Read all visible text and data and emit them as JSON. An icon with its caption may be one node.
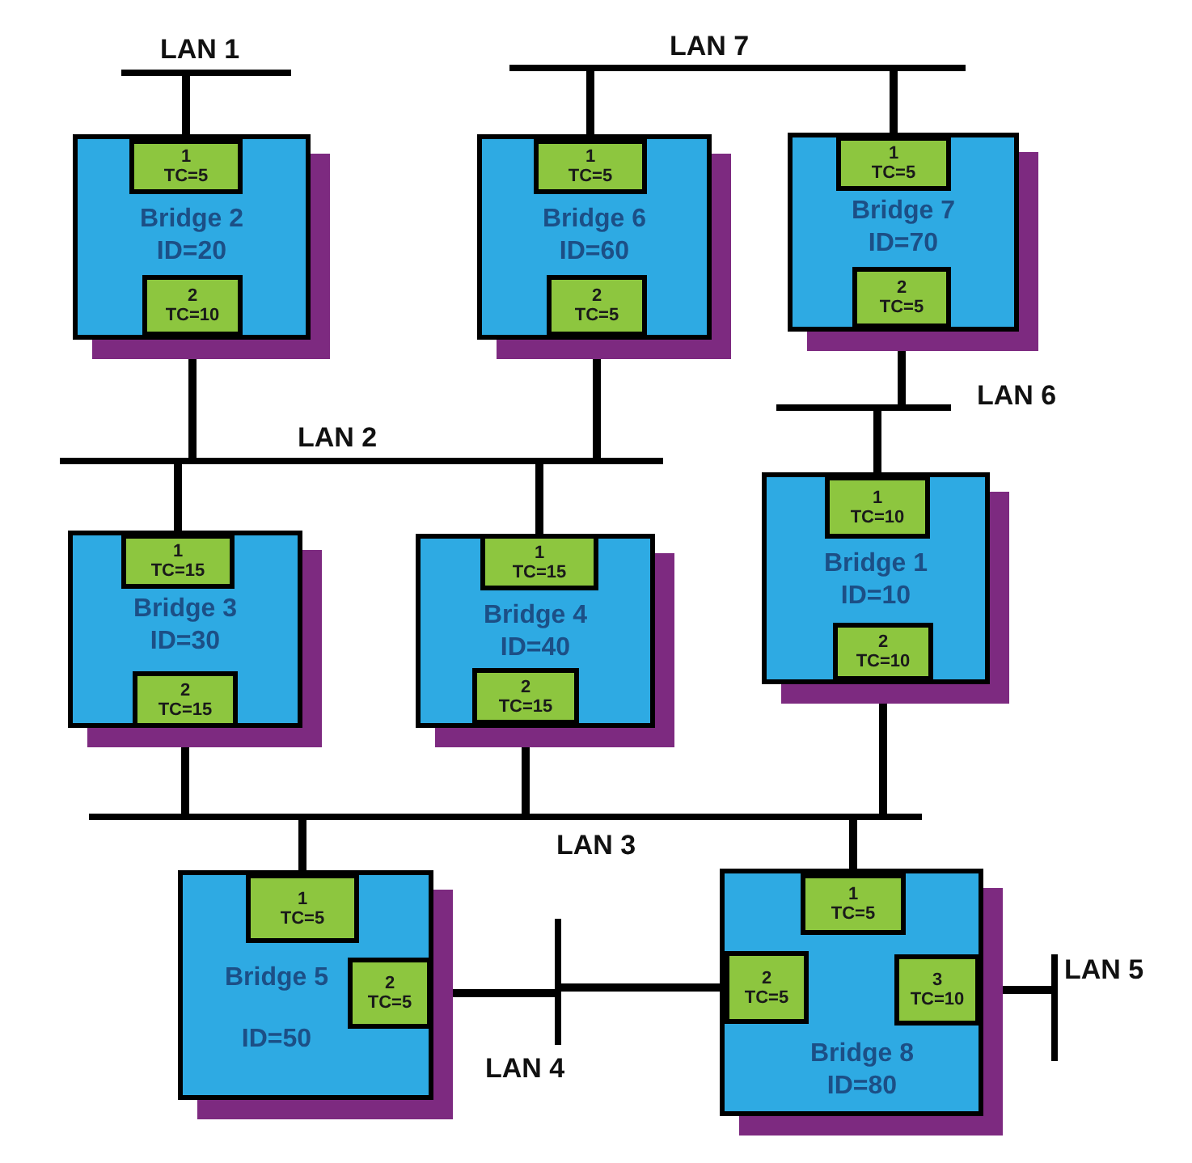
{
  "diagram": {
    "nodes": [
      {
        "text": [],
        "shape": "bar",
        "beside": [
          "LAN 1"
        ]
      },
      {
        "text": [],
        "shape": "bar",
        "beside": [
          "LAN 7"
        ]
      },
      {
        "text": [
          "Bridge 2",
          "ID=20"
        ]
      },
      {
        "text": [
          "1",
          "TC=5"
        ],
        "in": 2
      },
      {
        "text": [
          "2",
          "TC=10"
        ],
        "in": 2
      },
      {
        "text": [
          "Bridge 6",
          "ID=60"
        ]
      },
      {
        "text": [
          "1",
          "TC=5"
        ],
        "in": 5
      },
      {
        "text": [
          "2",
          "TC=5"
        ],
        "in": 5
      },
      {
        "text": [
          "Bridge 7",
          "ID=70"
        ]
      },
      {
        "text": [
          "1",
          "TC=5"
        ],
        "in": 8
      },
      {
        "text": [
          "2",
          "TC=5"
        ],
        "in": 8
      },
      {
        "text": [],
        "shape": "bar",
        "beside": [
          "LAN 6"
        ]
      },
      {
        "text": [],
        "shape": "bar",
        "beside": [
          "LAN 2"
        ]
      },
      {
        "text": [
          "Bridge 3",
          "ID=30"
        ]
      },
      {
        "text": [
          "1",
          "TC=15"
        ],
        "in": 13
      },
      {
        "text": [
          "2",
          "TC=15"
        ],
        "in": 13
      },
      {
        "text": [
          "Bridge 4",
          "ID=40"
        ]
      },
      {
        "text": [
          "1",
          "TC=15"
        ],
        "in": 16
      },
      {
        "text": [
          "2",
          "TC=15"
        ],
        "in": 16
      },
      {
        "text": [
          "Bridge 1",
          "ID=10"
        ]
      },
      {
        "text": [
          "1",
          "TC=10"
        ],
        "in": 19
      },
      {
        "text": [
          "2",
          "TC=10"
        ],
        "in": 19
      },
      {
        "text": [],
        "shape": "bar",
        "beside": [
          "LAN 3"
        ]
      },
      {
        "text": [
          "Bridge 5",
          "ID=50"
        ]
      },
      {
        "text": [
          "1",
          "TC=5"
        ],
        "in": 23
      },
      {
        "text": [
          "2",
          "TC=5"
        ],
        "in": 23
      },
      {
        "text": [],
        "shape": "bar",
        "beside": [
          "LAN 4"
        ]
      },
      {
        "text": [
          "Bridge 8",
          "ID=80"
        ]
      },
      {
        "text": [
          "1",
          "TC=5"
        ],
        "in": 27
      },
      {
        "text": [
          "2",
          "TC=5"
        ],
        "in": 27
      },
      {
        "text": [
          "3",
          "TC=10"
        ],
        "in": 27
      },
      {
        "text": [],
        "shape": "bar",
        "beside": [
          "LAN 5"
        ]
      }
    ],
    "edges": [
      {
        "from": 3,
        "to": 0,
        "arrow": "none"
      },
      {
        "from": 6,
        "to": 1,
        "arrow": "none"
      },
      {
        "from": 9,
        "to": 1,
        "arrow": "none"
      },
      {
        "from": 4,
        "to": 12,
        "arrow": "none"
      },
      {
        "from": 7,
        "to": 12,
        "arrow": "none"
      },
      {
        "from": 10,
        "to": 11,
        "arrow": "none"
      },
      {
        "from": 14,
        "to": 12,
        "arrow": "none"
      },
      {
        "from": 17,
        "to": 12,
        "arrow": "none"
      },
      {
        "from": 20,
        "to": 11,
        "arrow": "none"
      },
      {
        "from": 15,
        "to": 22,
        "arrow": "none"
      },
      {
        "from": 18,
        "to": 22,
        "arrow": "none"
      },
      {
        "from": 21,
        "to": 22,
        "arrow": "none"
      },
      {
        "from": 24,
        "to": 22,
        "arrow": "none"
      },
      {
        "from": 28,
        "to": 22,
        "arrow": "none"
      },
      {
        "from": 25,
        "to": 26,
        "arrow": "none"
      },
      {
        "from": 29,
        "to": 26,
        "arrow": "none"
      },
      {
        "from": 30,
        "to": 31,
        "arrow": "none"
      }
    ]
  }
}
